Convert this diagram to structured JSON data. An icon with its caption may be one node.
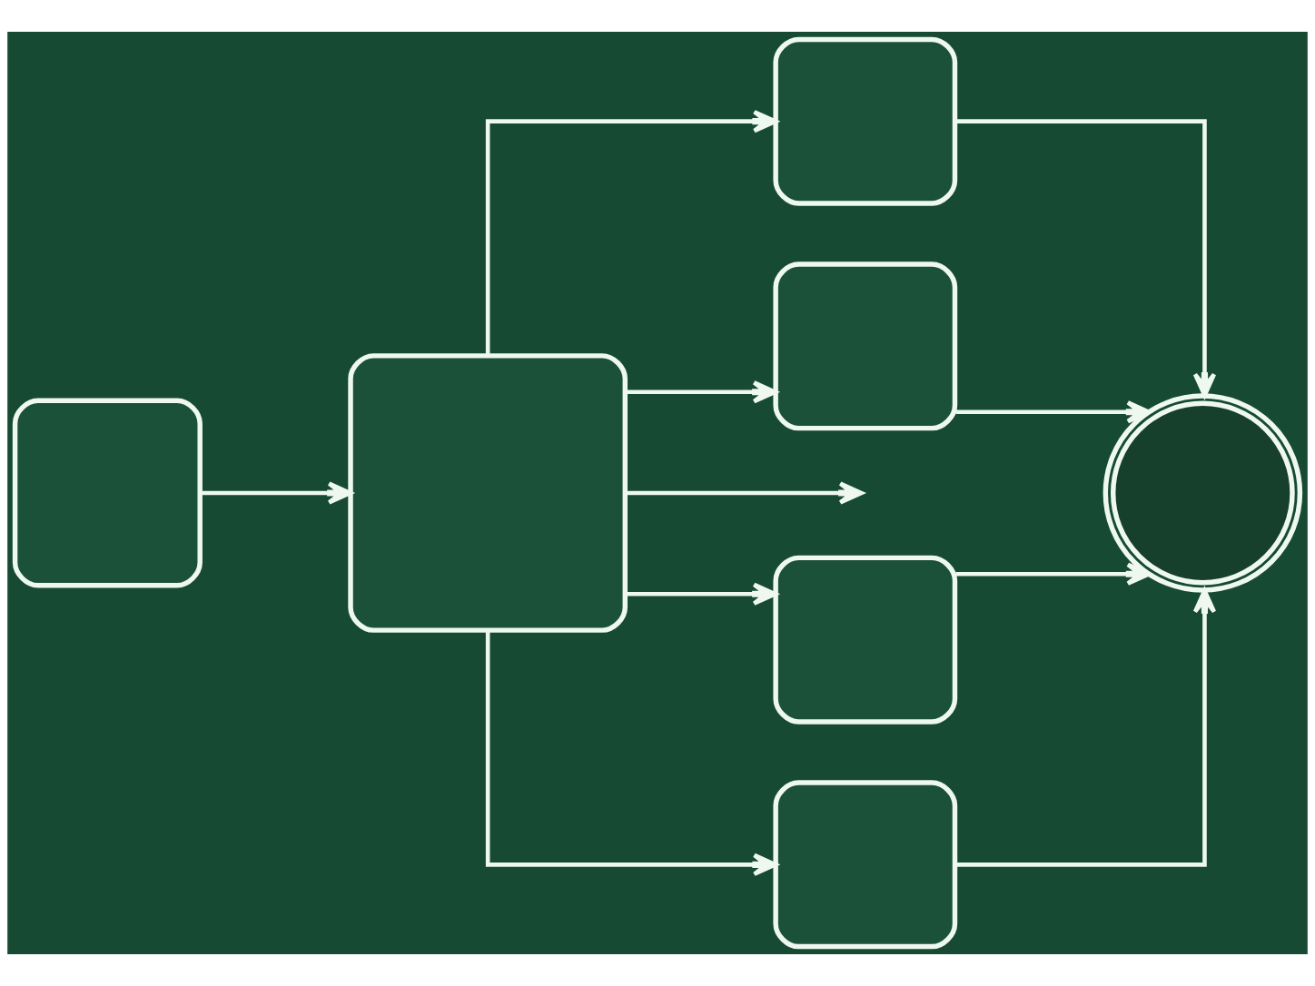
{
  "diagram": {
    "nodes": [
      {
        "text": [],
        "shape": "box"
      },
      {
        "text": [],
        "shape": "box"
      },
      {
        "text": [],
        "shape": "box"
      },
      {
        "text": [],
        "shape": "box"
      },
      {
        "text": [],
        "shape": "box"
      },
      {
        "text": [],
        "shape": "box"
      },
      {
        "text": [],
        "shape": "circle"
      }
    ],
    "edges": [
      {
        "from": 0,
        "to": 1,
        "arrow": "to"
      },
      {
        "from": 1,
        "to": 2,
        "arrow": "to"
      },
      {
        "from": 1,
        "to": 3,
        "arrow": "to"
      },
      {
        "from": 1,
        "to": null,
        "arrow": "to"
      },
      {
        "from": 1,
        "to": 4,
        "arrow": "to"
      },
      {
        "from": 1,
        "to": 5,
        "arrow": "to"
      },
      {
        "from": 2,
        "to": 6,
        "arrow": "to"
      },
      {
        "from": 3,
        "to": 6,
        "arrow": "to"
      },
      {
        "from": 4,
        "to": 6,
        "arrow": "to"
      },
      {
        "from": 5,
        "to": 6,
        "arrow": "to"
      }
    ]
  }
}
